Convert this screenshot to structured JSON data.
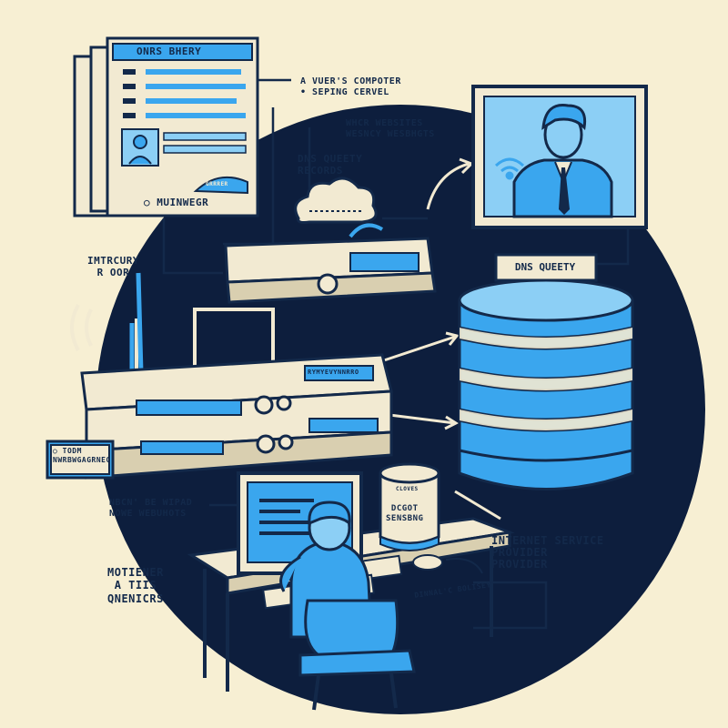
{
  "colors": {
    "background": "#f7efd3",
    "navy": "#0d1e3d",
    "outline": "#13294a",
    "blue": "#3aa6ee",
    "light_blue": "#8ccff5",
    "cream": "#f2ead2"
  },
  "labels": {
    "browser_title": "ONRS BHERY",
    "browser_caption": "○ MUINWEGR",
    "browser_badge": "GRRRER",
    "user_computer": "A VUER'S COMPOTER\n• SEPING CERVEL",
    "which_websites": "WHCR WEBSITES\nWESNCY WESBHGTS",
    "dns_query_records": "DNS QUEETY\nRECORDS",
    "intrtoury_roor": "IMTRCURY\nR OOR",
    "dns_server_tag": "DNS QUEETY",
    "router_panel": "RYMYEVYNNRRO",
    "modem_tag": "○ TODM\nNWRBWGAGRNEG",
    "neow_websites": "NBCN' BE WIPAD\nNOWE WEBUHOTS",
    "isp": "INTERNET SERVICE\nPROVIDER\nPROVIDER",
    "motiener": "MOTIENER\nA TIIS\nQNENICRS",
    "drum_label": "DCGOT\nSENSBNG",
    "drum_small": "CLOVES",
    "desk_plate": "DINNAL'C BOLISEY"
  },
  "icons": [
    "wifi-icon",
    "cloud-icon",
    "person-avatar-icon",
    "dns-server-stack-icon",
    "router-icon",
    "desktop-monitor-icon"
  ]
}
